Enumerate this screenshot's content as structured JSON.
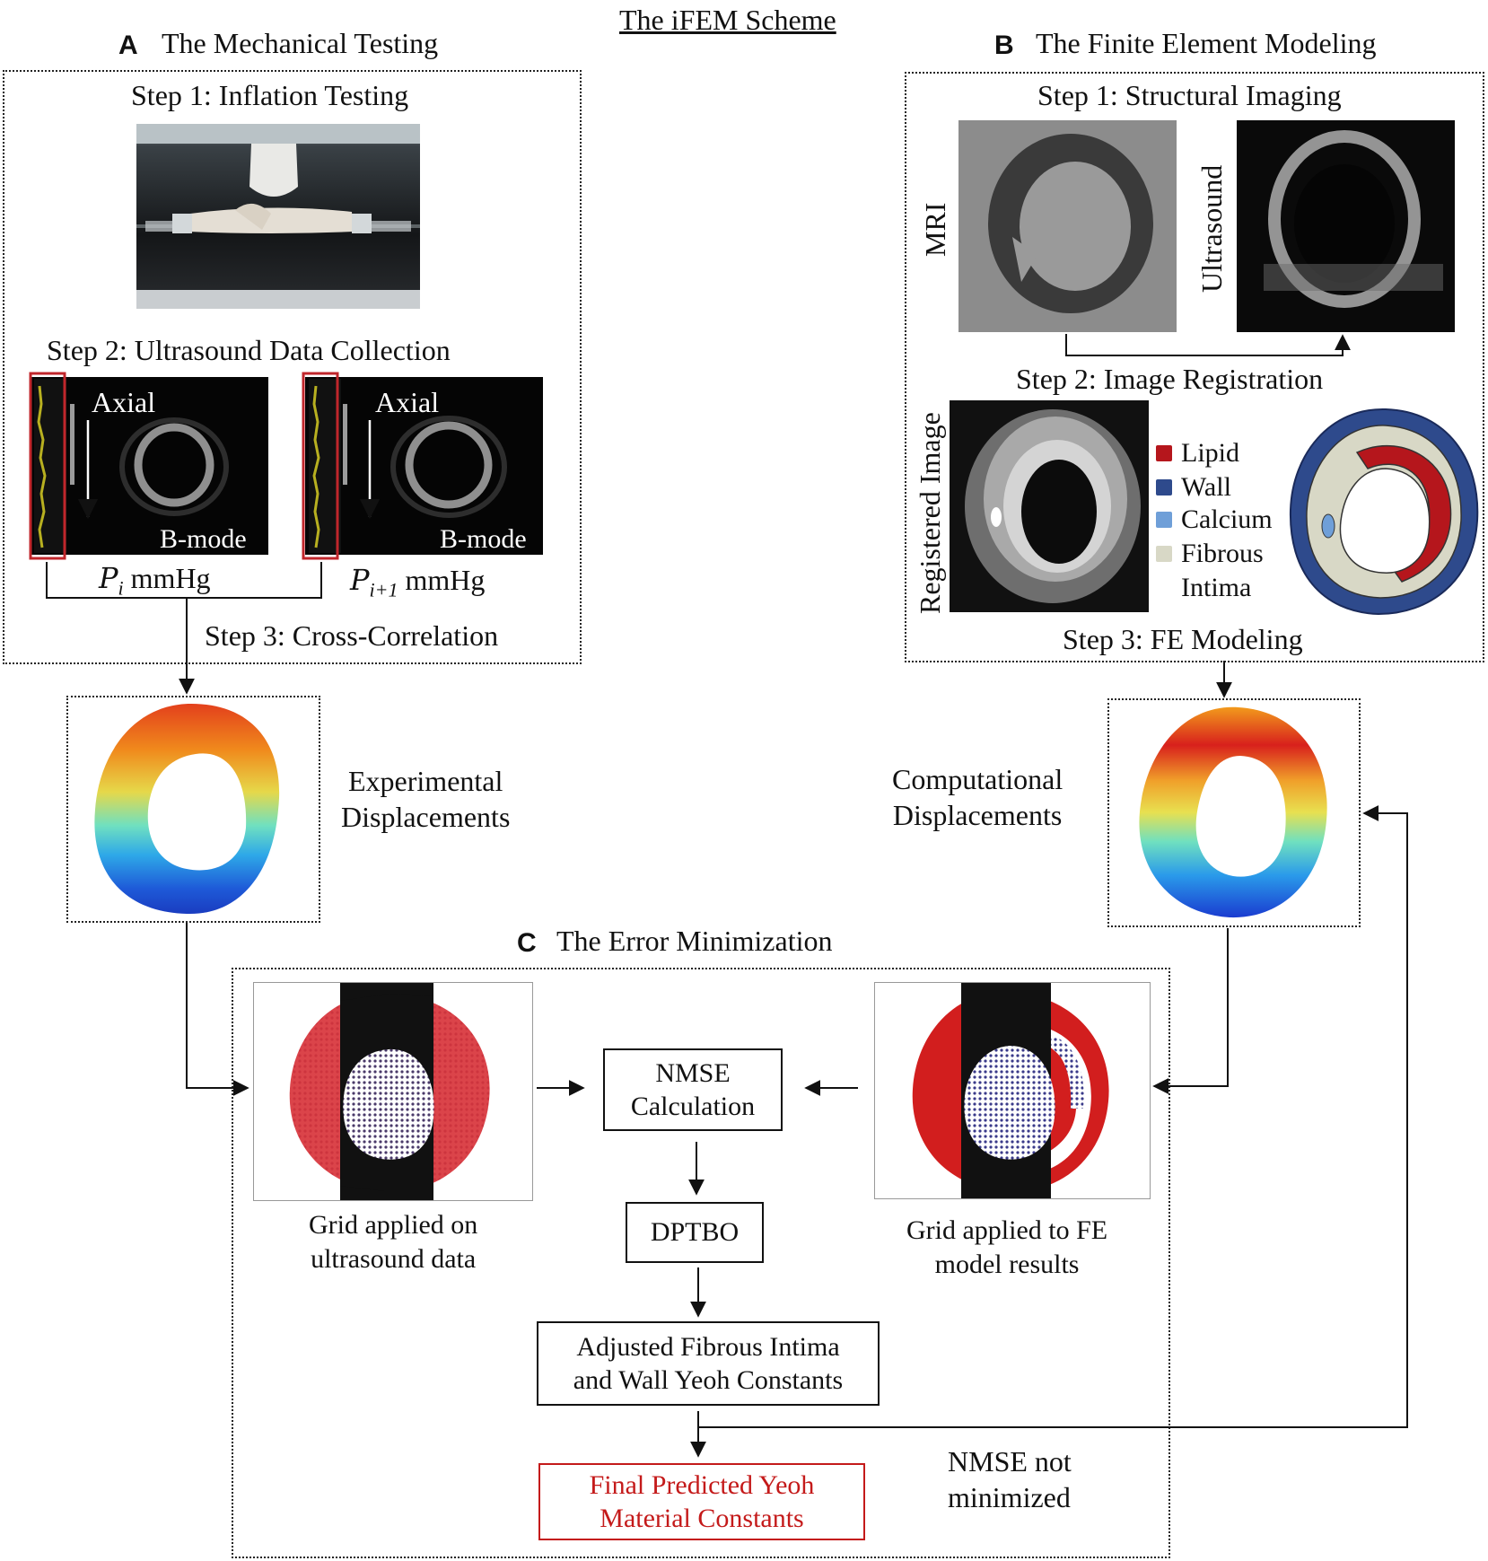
{
  "title": "The iFEM Scheme",
  "panel_a": {
    "letter": "A",
    "heading": "The Mechanical Testing",
    "step1": "Step 1: Inflation Testing",
    "step2": "Step 2: Ultrasound Data Collection",
    "axial_label": "Axial",
    "bmode_label": "B-mode",
    "pressure_left_var": "P",
    "pressure_left_sub": "i",
    "pressure_right_var": "P",
    "pressure_right_sub": "i+1",
    "pressure_unit": "mmHg",
    "step3": "Step 3: Cross-Correlation"
  },
  "panel_b": {
    "letter": "B",
    "heading": "The Finite Element Modeling",
    "step1": "Step 1: Structural Imaging",
    "mri_label": "MRI",
    "ultrasound_label": "Ultrasound",
    "step2": "Step 2: Image Registration",
    "registered_label": "Registered Image",
    "legend": [
      {
        "label": "Lipid",
        "color": "#b5161c"
      },
      {
        "label": "Wall",
        "color": "#2e4a8c"
      },
      {
        "label": "Calcium",
        "color": "#6f9fd8"
      },
      {
        "label": "Fibrous",
        "color": "#d8d8c6"
      },
      {
        "label": "Intima",
        "color": ""
      }
    ],
    "step3": "Step 3: FE Modeling"
  },
  "middle": {
    "experimental": [
      "Experimental",
      "Displacements"
    ],
    "computational": [
      "Computational",
      "Displacements"
    ]
  },
  "panel_c": {
    "letter": "C",
    "heading": "The Error Minimization",
    "grid_us_caption": [
      "Grid applied on",
      "ultrasound data"
    ],
    "grid_fe_caption": [
      "Grid applied to FE",
      "model results"
    ],
    "nmse_box": [
      "NMSE",
      "Calculation"
    ],
    "dptbo_box": "DPTBO",
    "adjusted_box": [
      "Adjusted Fibrous Intima",
      "and Wall Yeoh Constants"
    ],
    "final_box": [
      "Final Predicted Yeoh",
      "Material Constants"
    ],
    "not_minimized": [
      "NMSE not",
      "minimized"
    ]
  },
  "colors": {
    "final_text": "#c41a1a",
    "final_border": "#c41a1a",
    "bracket_red": "#c0262b"
  }
}
